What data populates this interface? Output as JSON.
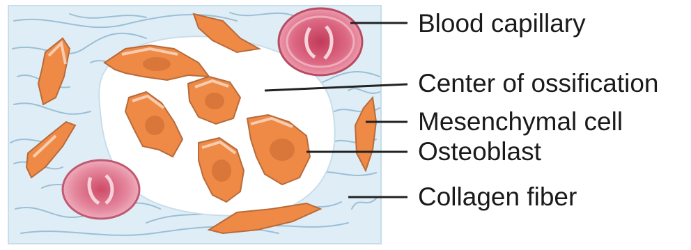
{
  "labels": {
    "blood_capillary": "Blood capillary",
    "center_of_ossification": "Center of ossification",
    "mesenchymal_cell": "Mesenchymal cell",
    "osteoblast": "Osteoblast",
    "collagen_fiber": "Collagen fiber"
  },
  "colors": {
    "tissue_background": "#dfeef6",
    "collagen_fiber": "#8fb6d0",
    "cell_fill": "#ee8a45",
    "capillary_fill": "#e3708a",
    "center_space": "#ffffff"
  }
}
